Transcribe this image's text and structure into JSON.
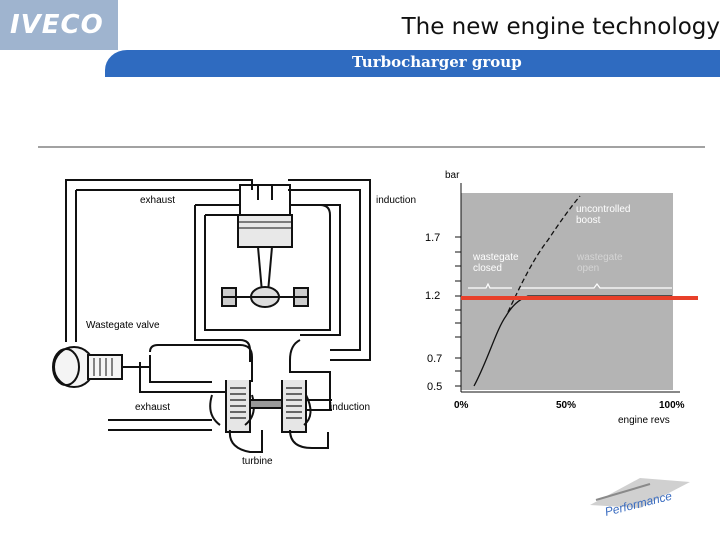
{
  "header": {
    "logo": "IVECO",
    "title": "The new engine technology",
    "subtitle": "Turbocharger group"
  },
  "diagram": {
    "labels": {
      "exhaust_top": "exhaust",
      "induction_top": "induction",
      "wastegate_valve": "Wastegate valve",
      "exhaust_bottom": "exhaust",
      "induction_bottom": "induction",
      "turbine": "turbine"
    }
  },
  "chart_data": {
    "type": "line",
    "ylabel": "bar",
    "xlabel": "engine revs",
    "yticks": [
      "1.7",
      "1.2",
      "0.7",
      "0.5"
    ],
    "xticks": [
      "0%",
      "50%",
      "100%"
    ],
    "annotations": [
      "uncontrolled boost",
      "wastegate closed",
      "wastegate open"
    ],
    "limit_line_bar": 1.2,
    "colors": {
      "plot_bg": "#b4b4b4",
      "limit_line": "#e8402a"
    }
  },
  "footer": {
    "logo_text": "Performance"
  }
}
